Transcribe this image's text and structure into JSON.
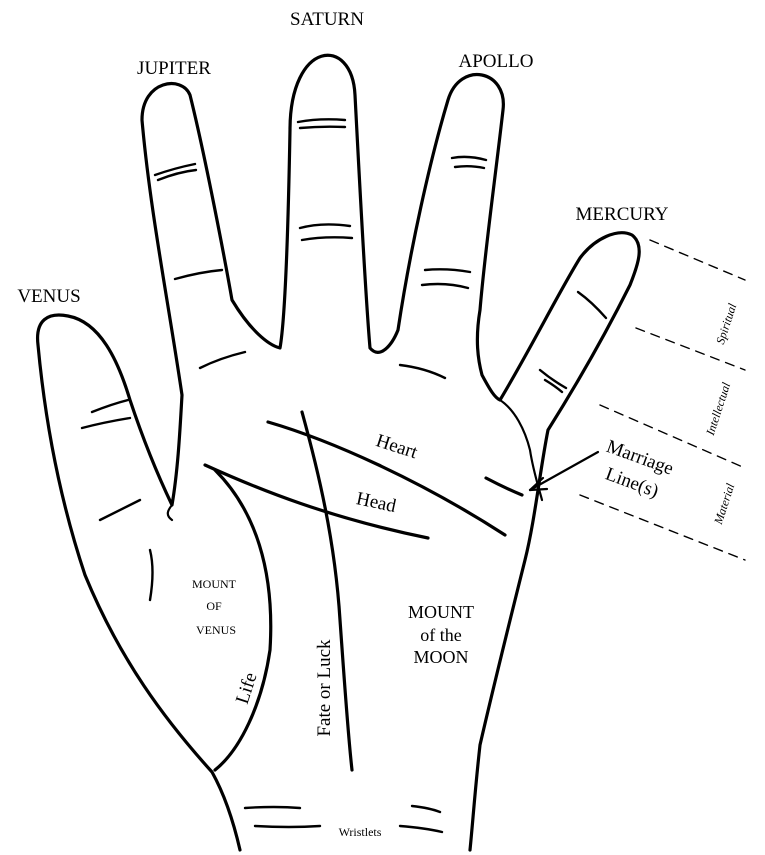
{
  "fingers": {
    "saturn": "SATURN",
    "jupiter": "JUPITER",
    "apollo": "APOLLO",
    "mercury": "MERCURY",
    "venus": "VENUS"
  },
  "lines": {
    "heart": "Heart",
    "head": "Head",
    "life": "Life",
    "fate": "Fate or Luck",
    "marriage_1": "Marriage",
    "marriage_2": "Line(s)"
  },
  "mounts": {
    "venus_1": "MOUNT",
    "venus_2": "OF",
    "venus_3": "VENUS",
    "moon_1": "MOUNT",
    "moon_2": "of the",
    "moon_3": "MOON"
  },
  "phalanges": {
    "spiritual": "Spiritual",
    "intellectual": "Intellectual",
    "material": "Material"
  },
  "wrist": {
    "label": "Wristlets"
  }
}
